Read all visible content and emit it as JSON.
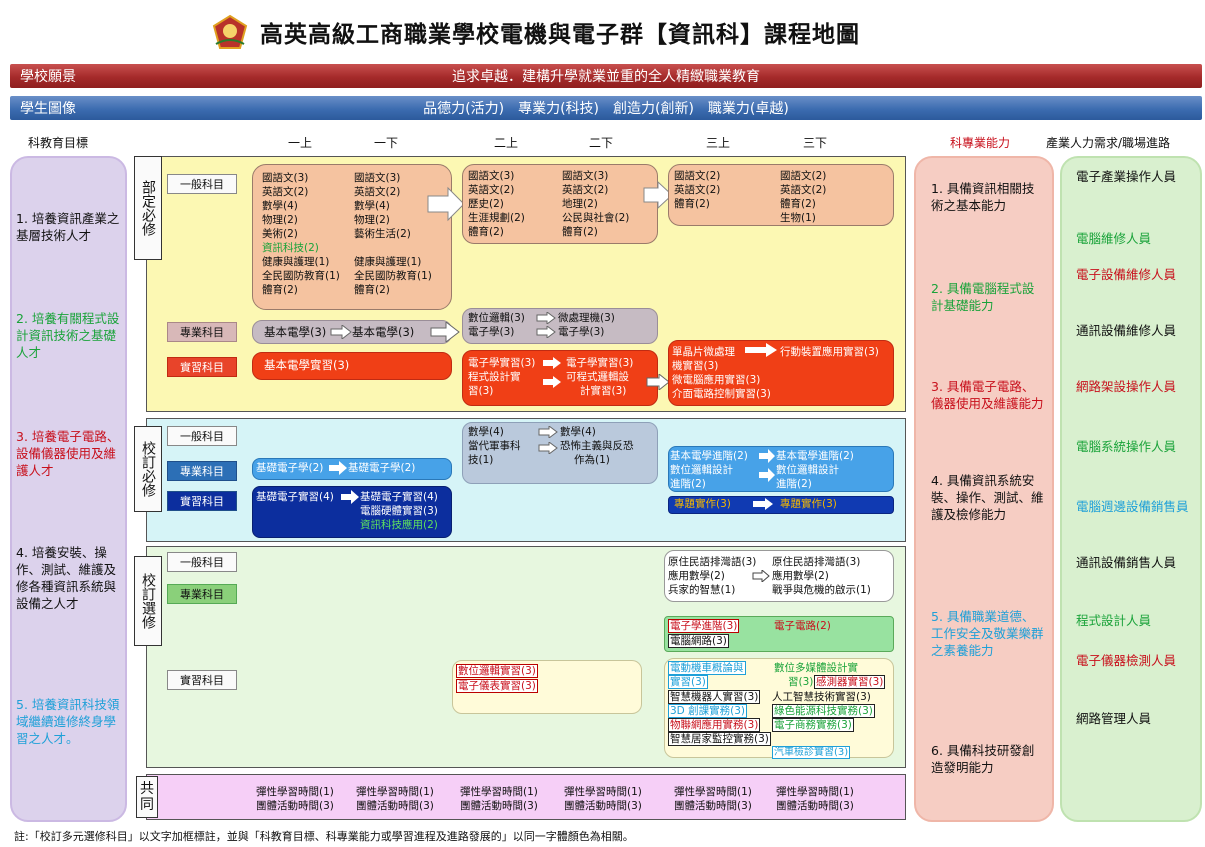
{
  "title": "高英高級工商職業學校電機與電子群【資訊科】課程地圖",
  "banners": {
    "vision_label": "學校願景",
    "vision_text": "追求卓越．建構升學就業並重的全人精緻職業教育",
    "portrait_label": "學生圖像",
    "portrait_text": "品德力(活力)　專業力(科技)　創造力(創新)　職業力(卓越)"
  },
  "headers": {
    "goals": "科教育目標",
    "semesters": [
      "一上",
      "一下",
      "二上",
      "二下",
      "三上",
      "三下"
    ],
    "abilities": "科專業能力",
    "jobs": "產業人力需求/職場進路"
  },
  "goals": [
    {
      "text": "1. 培養資訊產業之基層技術人才",
      "color": "#111111"
    },
    {
      "text": "2. 培養有關程式設計資訊技術之基礎人才",
      "color": "#1aa33a"
    },
    {
      "text": "3. 培養電子電路、設備儀器使用及維護人才",
      "color": "#c8101c"
    },
    {
      "text": "4. 培養安裝、操作、測試、維護及修各種資訊系統與設備之人才",
      "color": "#111111"
    },
    {
      "text": "5. 培養資訊科技領域繼續進修終身學習之人才。",
      "color": "#1fa0d8"
    }
  ],
  "abilities": [
    {
      "text": "1. 具備資訊相關技術之基本能力",
      "color": "#111111"
    },
    {
      "text": "2. 具備電腦程式設計基礎能力",
      "color": "#1aa33a"
    },
    {
      "text": "3. 具備電子電路、儀器使用及維護能力",
      "color": "#c8101c"
    },
    {
      "text": "4. 具備資訊系統安裝、操作、測試、維護及檢修能力",
      "color": "#111111"
    },
    {
      "text": "5. 具備職業道德、工作安全及敬業樂群之素養能力",
      "color": "#1fa0d8"
    },
    {
      "text": "6. 具備科技研發創造發明能力",
      "color": "#111111"
    }
  ],
  "jobs": [
    {
      "text": "電子產業操作人員",
      "color": "#111111"
    },
    {
      "text": "電腦維修人員",
      "color": "#1aa33a"
    },
    {
      "text": "電子設備維修人員",
      "color": "#c8101c"
    },
    {
      "text": "通訊設備維修人員",
      "color": "#111111"
    },
    {
      "text": "網路架設操作人員",
      "color": "#c8101c"
    },
    {
      "text": "電腦系統操作人員",
      "color": "#1aa33a"
    },
    {
      "text": "電腦週邊設備銷售員",
      "color": "#1fa0d8"
    },
    {
      "text": "通訊設備銷售人員",
      "color": "#111111"
    },
    {
      "text": "程式設計人員",
      "color": "#1aa33a"
    },
    {
      "text": "電子儀器檢測人員",
      "color": "#c8101c"
    },
    {
      "text": "網路管理人員",
      "color": "#111111"
    }
  ],
  "sections": {
    "required_ministry": "部定必修",
    "required_school": "校訂必修",
    "elective_school": "校訂選修",
    "common": "共同"
  },
  "labels": {
    "general": "一般科目",
    "major": "專業科目",
    "practice": "實習科目"
  },
  "ministry": {
    "gen_y1": {
      "a": [
        "國語文(3)",
        "英語文(2)",
        "數學(4)",
        "物理(2)",
        "美術(2)"
      ],
      "b": [
        "國語文(3)",
        "英語文(2)",
        "數學(4)",
        "物理(2)",
        "藝術生活(2)"
      ],
      "green": "資訊科技(2)",
      "c": [
        "健康與護理(1)",
        "全民國防教育(1)",
        "體育(2)"
      ],
      "d": [
        "健康與護理(1)",
        "全民國防教育(1)",
        "體育(2)"
      ]
    },
    "gen_y2": {
      "a": [
        "國語文(3)",
        "英語文(2)",
        "歷史(2)",
        "生涯規劃(2)",
        "體育(2)"
      ],
      "b": [
        "國語文(3)",
        "英語文(2)",
        "地理(2)",
        "公民與社會(2)",
        "體育(2)"
      ]
    },
    "gen_y3": {
      "a": [
        "國語文(2)",
        "英語文(2)",
        "體育(2)"
      ],
      "b": [
        "國語文(2)",
        "英語文(2)",
        "體育(2)",
        "生物(1)"
      ]
    },
    "major_y1": [
      "基本電學(3)",
      "基本電學(3)"
    ],
    "major_y2": [
      "數位邏輯(3)",
      "電子學(3)",
      "微處理機(3)",
      "電子學(3)"
    ],
    "prac_y1": "基本電學實習(3)",
    "prac_y2": [
      "電子學實習(3)",
      "電子學實習(3)",
      "程式設計實",
      "習(3)",
      "可程式邏輯設",
      "計實習(3)"
    ],
    "prac_y3": [
      "單晶片微處理",
      "機實習(3)",
      "行動裝置應用實習(3)",
      "微電腦應用實習(3)",
      "介面電路控制實習(3)"
    ]
  },
  "school_req": {
    "gen_y2": [
      "數學(4)",
      "當代軍事科",
      "技(1)",
      "數學(4)",
      "恐怖主義與反恐",
      "作為(1)"
    ],
    "major_y1": [
      "基礎電子學(2)",
      "基礎電子學(2)"
    ],
    "major_y3": [
      "基本電學進階(2)",
      "基本電學進階(2)",
      "數位邏輯設計",
      "進階(2)",
      "數位邏輯設計",
      "進階(2)"
    ],
    "prac_y1": [
      "基礎電子實習(4)",
      "基礎電子實習(4)",
      "電腦硬體實習(3)",
      "資訊科技應用(2)"
    ],
    "prac_y3": [
      "專題實作(3)",
      "專題實作(3)"
    ]
  },
  "school_elec": {
    "gen_y3": [
      "原住民語排灣語(3)",
      "應用數學(2)",
      "兵家的智慧(1)",
      "原住民語排灣語(3)",
      "應用數學(2)",
      "戰爭與危機的啟示(1)"
    ],
    "major_y3": [
      "電子學進階(3)",
      "電子電路(2)",
      "電腦網路(3)"
    ],
    "prac_y2": [
      "數位邏輯實習(3)",
      "電子儀表實習(3)"
    ],
    "prac_y3": [
      "電動機車概論與",
      "實習(3)",
      "數位多媒體設計實",
      "習(3)",
      "感測器實習(3)",
      "智慧機器人實習(3)",
      "人工智慧技術實習(3)",
      "3D 創課實務(3)",
      "綠色能源科技實務(3)",
      "物聯網應用實務(3)",
      "電子商務實務(3)",
      "智慧居家監控實務(3)",
      "汽車檢診實習(3)"
    ]
  },
  "common": {
    "l1": "彈性學習時間(1)",
    "l2": "團體活動時間(3)"
  },
  "note": "註:「校訂多元選修科目」以文字加框標註，並與「科教育目標、科專業能力或學習進程及進路發展的」以同一字體顏色為相關。"
}
